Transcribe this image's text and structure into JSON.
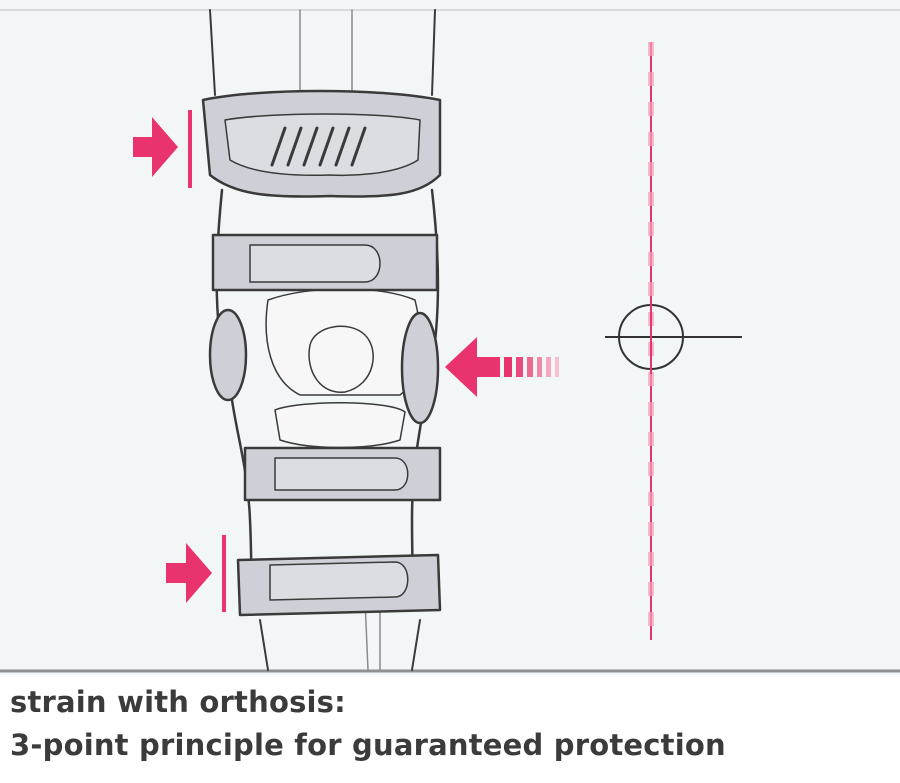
{
  "caption": {
    "line1": "strain with orthosis:",
    "line2": "3-point principle for guaranteed protection"
  },
  "colors": {
    "accent": "#e8336e",
    "accent_light": "#f5a2bb",
    "orthosis_fill": "#cfd0d7",
    "orthosis_stroke": "#3a3a3a",
    "background": "#f3f6f7",
    "caption_text": "#3b3b3b"
  },
  "elements": {
    "arrows": [
      "upper-force-arrow",
      "middle-force-arrow",
      "lower-force-arrow"
    ],
    "icons": [
      "crosshair-icon"
    ]
  }
}
